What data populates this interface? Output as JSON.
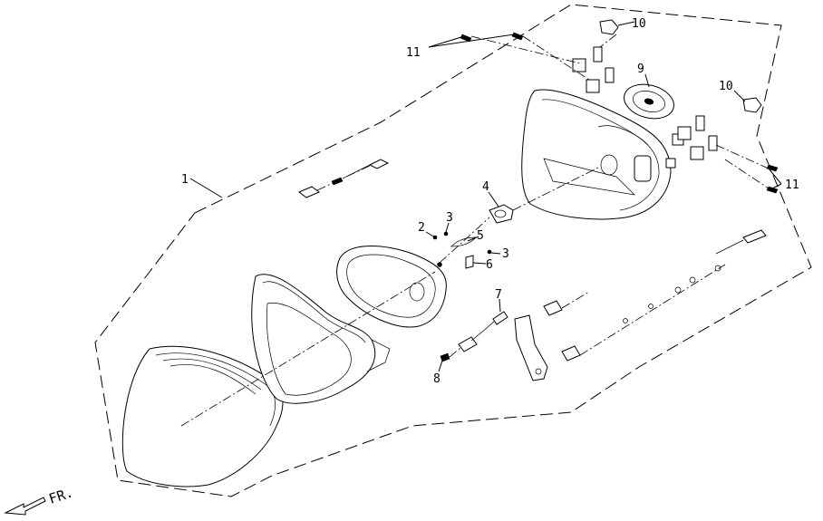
{
  "callouts": {
    "c1": "1",
    "c2": "2",
    "c3a": "3",
    "c3b": "3",
    "c4": "4",
    "c5": "5",
    "c6": "6",
    "c7": "7",
    "c8": "8",
    "c9": "9",
    "c10a": "10",
    "c10b": "10",
    "c11a": "11",
    "c11b": "11"
  },
  "direction": {
    "label": "FR.",
    "icon": "front-direction-arrow-icon"
  }
}
